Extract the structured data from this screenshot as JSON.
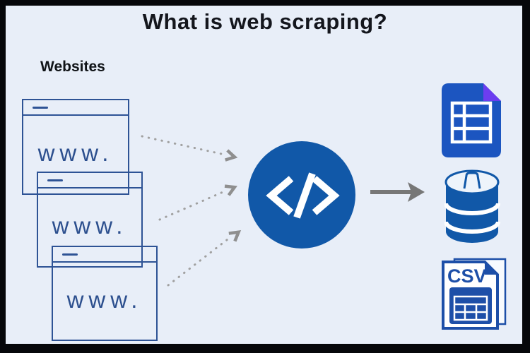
{
  "page": {
    "title": "What is web scraping?",
    "background_color": "#e8eef8",
    "frame_color": "#06070a"
  },
  "websites": {
    "label": "Websites",
    "windows": [
      {
        "url_text": "www."
      },
      {
        "url_text": "www."
      },
      {
        "url_text": "www."
      }
    ],
    "window_border_color": "#2e5395"
  },
  "scraper": {
    "icon": "code-icon",
    "glyph": "</>",
    "circle_color": "#1158a8",
    "glyph_color": "#ffffff"
  },
  "arrows": {
    "dotted_count": 3,
    "dotted_color": "#a0a0a0",
    "solid_color": "#777777"
  },
  "outputs": [
    {
      "icon": "spreadsheet-icon",
      "color": "#1c55c0",
      "fold_color": "#6c3df0"
    },
    {
      "icon": "database-icon",
      "color": "#1158a8"
    },
    {
      "icon": "csv-file-icon",
      "label": "CSV",
      "color": "#1d4fa8"
    }
  ]
}
